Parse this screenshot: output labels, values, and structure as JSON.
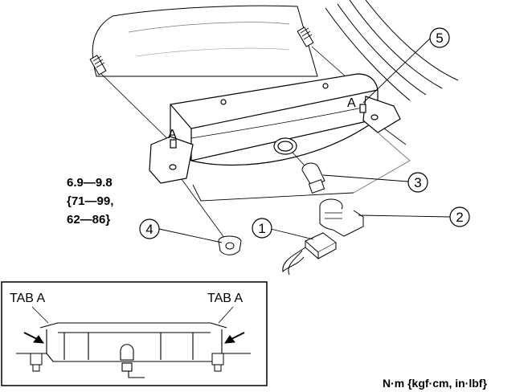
{
  "labels": {
    "torque_line1": "6.9—9.8",
    "torque_line2": "{71—99,",
    "torque_line3": "62—86}",
    "unit": "N·m {kgf·cm, in·lbf}",
    "tab_left": "TAB A",
    "tab_right": "TAB A",
    "letter_left": "A",
    "letter_right": "A"
  },
  "callouts": [
    {
      "id": "1",
      "label": "1"
    },
    {
      "id": "2",
      "label": "2"
    },
    {
      "id": "3",
      "label": "3"
    },
    {
      "id": "4",
      "label": "4"
    },
    {
      "id": "5",
      "label": "5"
    }
  ]
}
